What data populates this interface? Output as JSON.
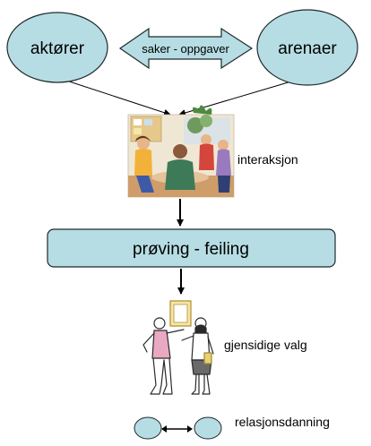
{
  "nodes": {
    "actors": "aktører",
    "arenas": "arenaer",
    "tasks": "saker - oppgaver",
    "interaction": "interaksjon",
    "trial_error": "prøving - feiling",
    "mutual_choice": "gjensidige valg",
    "relation": "relasjonsdanning"
  },
  "colors": {
    "fill": "#b6dde3",
    "stroke": "#1f2a2c",
    "line": "#000000"
  },
  "icons": {
    "meeting": "meeting-people-illustration",
    "handshake": "two-people-portrait-illustration"
  }
}
